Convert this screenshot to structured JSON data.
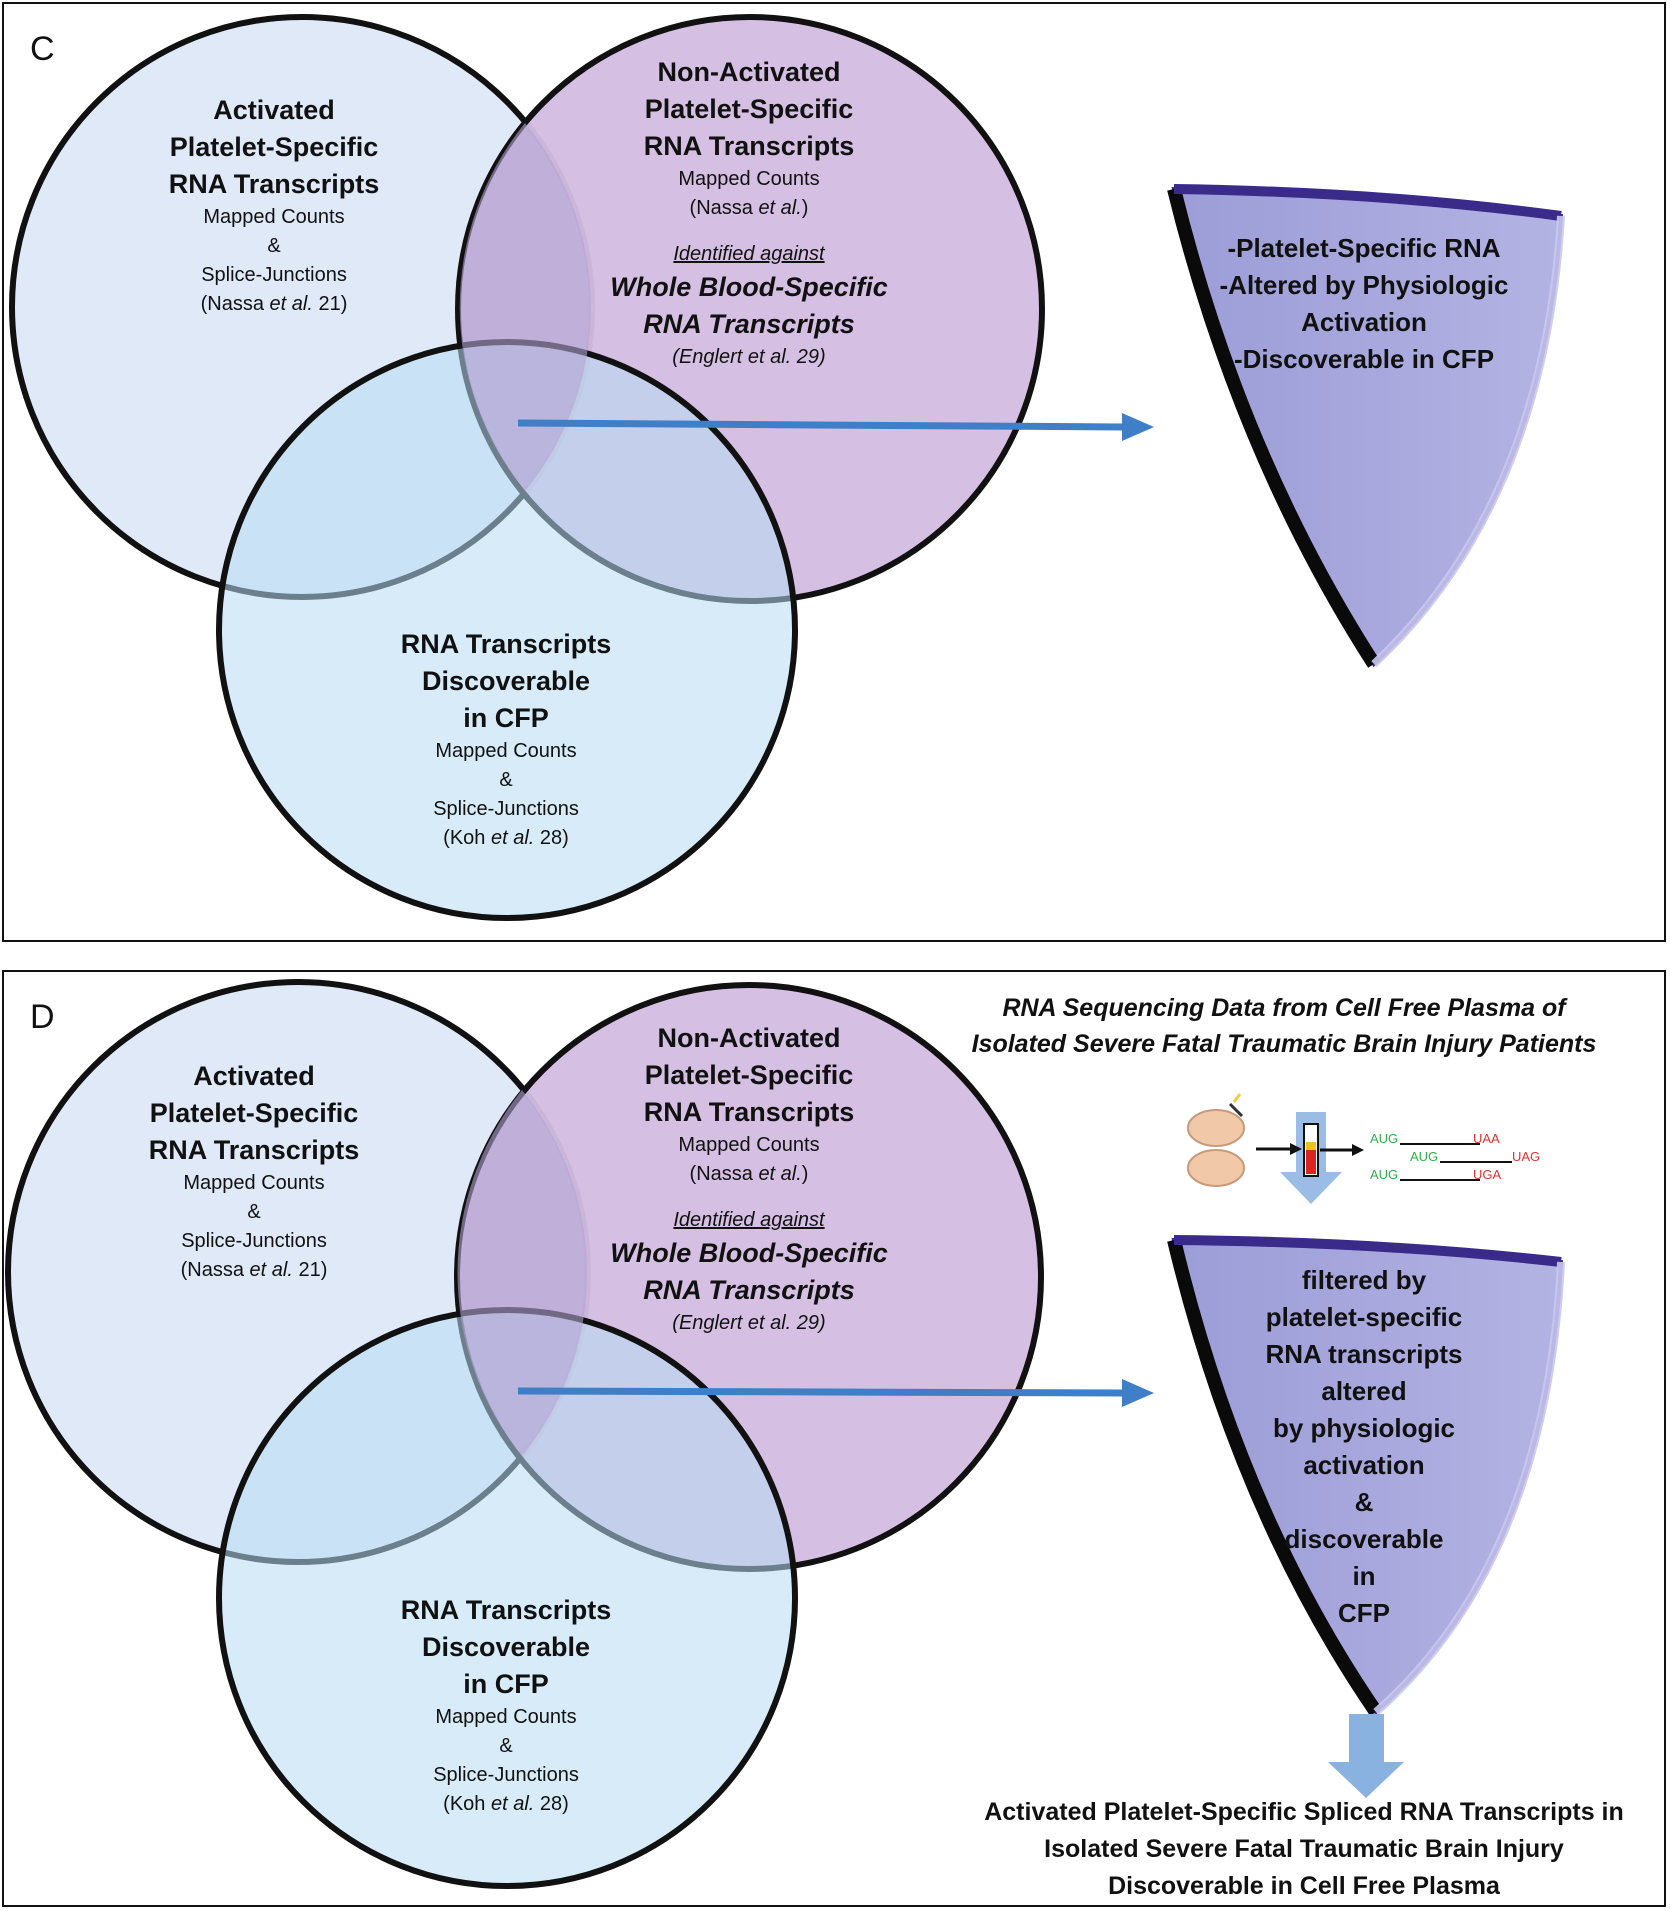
{
  "panels": [
    {
      "label": "C",
      "circle_activated": {
        "title_lines": [
          "Activated",
          "Platelet-Specific",
          "RNA Transcripts"
        ],
        "sub_lines": [
          "Mapped Counts",
          "&",
          "Splice-Junctions"
        ],
        "citation": {
          "author": "(Nassa ",
          "etal": "et al.",
          "ref": " 21)"
        }
      },
      "circle_nonactivated": {
        "title_lines": [
          "Non-Activated",
          "Platelet-Specific",
          "RNA Transcripts"
        ],
        "sub_lines": [
          "Mapped Counts"
        ],
        "citation": {
          "author": "(Nassa ",
          "etal": "et al.",
          "ref": ")"
        },
        "identified_against": "Identified against",
        "whole_blood_lines": [
          "Whole Blood-Specific",
          "RNA Transcripts"
        ],
        "citation2": {
          "author": "(Englert ",
          "etal": "et al.",
          "ref": " 29)"
        }
      },
      "circle_cfp": {
        "title_lines": [
          "RNA Transcripts",
          "Discoverable",
          "in CFP"
        ],
        "sub_lines": [
          "Mapped Counts",
          "&",
          "Splice-Junctions"
        ],
        "citation": {
          "author": "(Koh ",
          "etal": "et al.",
          "ref": " 28)"
        }
      },
      "shield_lines": [
        "-Platelet-Specific RNA",
        "-Altered by Physiologic",
        "Activation",
        "-Discoverable in CFP"
      ]
    },
    {
      "label": "D",
      "circle_activated": {
        "title_lines": [
          "Activated",
          "Platelet-Specific",
          "RNA Transcripts"
        ],
        "sub_lines": [
          "Mapped Counts",
          "&",
          "Splice-Junctions"
        ],
        "citation": {
          "author": "(Nassa ",
          "etal": "et al.",
          "ref": " 21)"
        }
      },
      "circle_nonactivated": {
        "title_lines": [
          "Non-Activated",
          "Platelet-Specific",
          "RNA Transcripts"
        ],
        "sub_lines": [
          "Mapped Counts"
        ],
        "citation": {
          "author": "(Nassa ",
          "etal": "et al.",
          "ref": ")"
        },
        "identified_against": "Identified against",
        "whole_blood_lines": [
          "Whole Blood-Specific",
          "RNA Transcripts"
        ],
        "citation2": {
          "author": "(Englert ",
          "etal": "et al.",
          "ref": " 29)"
        }
      },
      "circle_cfp": {
        "title_lines": [
          "RNA Transcripts",
          "Discoverable",
          "in CFP"
        ],
        "sub_lines": [
          "Mapped Counts",
          "&",
          "Splice-Junctions"
        ],
        "citation": {
          "author": "(Koh ",
          "etal": "et al.",
          "ref": " 28)"
        }
      },
      "header_lines": [
        "RNA Sequencing Data from Cell Free Plasma of",
        "Isolated Severe Fatal Traumatic Brain Injury Patients"
      ],
      "codons": {
        "start": "AUG",
        "stop1": "UAA",
        "stop2": "UAG",
        "stop3": "UGA"
      },
      "shield_lines": [
        "filtered by",
        "platelet-specific",
        "RNA transcripts",
        "altered",
        "by physiologic",
        "activation",
        "&",
        "discoverable",
        "in",
        "CFP"
      ],
      "conclusion_lines": [
        "Activated Platelet-Specific Spliced RNA Transcripts in",
        "Isolated Severe Fatal Traumatic Brain Injury",
        "Discoverable in Cell Free Plasma"
      ]
    }
  ],
  "colors": {
    "activated_fill": "#dfe9f8",
    "nonactivated_fill": "#d3bde2",
    "cfp_fill": "#b6dcf3",
    "shield_fill": "#a9a9dc",
    "arrow": "#3f7fc7",
    "start_codon": "#2bb34a",
    "stop_codon": "#e0322f"
  }
}
